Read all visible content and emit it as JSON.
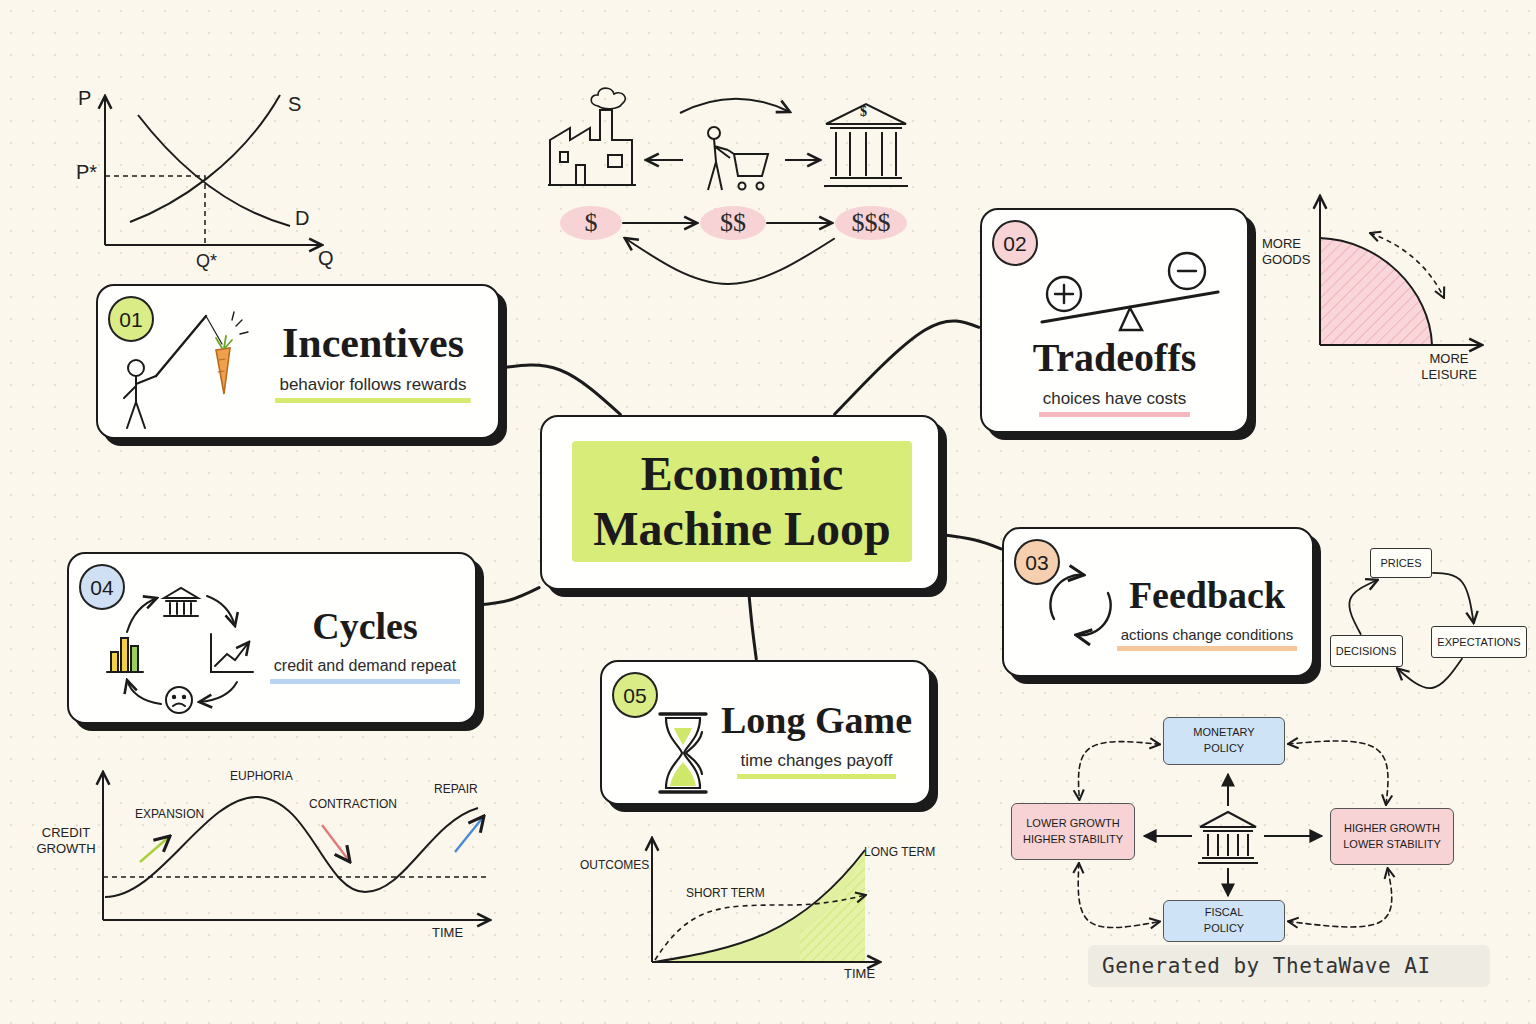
{
  "diagram": {
    "nodes": [
      {
        "text": [
          "$"
        ]
      },
      {
        "text": [
          "$$"
        ]
      },
      {
        "text": [
          "$$$"
        ]
      },
      {
        "text": [
          "Tradeoffs",
          "choices have costs"
        ]
      },
      {
        "text": [
          "02"
        ],
        "in": 3
      },
      {
        "text": [
          "Incentives",
          "behavior follows rewards"
        ]
      },
      {
        "text": [
          "01"
        ],
        "in": 5
      },
      {
        "text": [
          "Economic Machine Loop"
        ]
      },
      {
        "text": [
          "Feedback",
          "actions change conditions"
        ]
      },
      {
        "text": [
          "03"
        ],
        "in": 8
      },
      {
        "text": [
          "PRICES"
        ]
      },
      {
        "text": [
          "Cycles",
          "credit and demand repeat"
        ]
      },
      {
        "text": [
          "04"
        ],
        "in": 11
      },
      {
        "text": [
          "DECISIONS"
        ]
      },
      {
        "text": [
          "EXPECTATIONS"
        ]
      },
      {
        "text": [
          "Long Game",
          "time changes payoff"
        ]
      },
      {
        "text": [
          "05"
        ],
        "in": 15
      },
      {
        "text": [
          "MONETARY POLICY"
        ]
      },
      {
        "text": [
          "LOWER GROWTH HIGHER STABILITY"
        ]
      },
      {
        "text": [
          "HIGHER GROWTH LOWER STABILITY"
        ]
      },
      {
        "text": [
          "FISCAL POLICY"
        ]
      }
    ],
    "edges": [
      {
        "from": 0,
        "to": 1,
        "arrow": "to"
      },
      {
        "from": 1,
        "to": 2,
        "arrow": "to"
      },
      {
        "from": 2,
        "to": 0,
        "arrow": "to"
      },
      {
        "from": 7,
        "to": 5,
        "arrow": "none"
      },
      {
        "from": 7,
        "to": 3,
        "arrow": "none"
      },
      {
        "from": 7,
        "to": 8,
        "arrow": "none"
      },
      {
        "from": 7,
        "to": 11,
        "arrow": "none"
      },
      {
        "from": 7,
        "to": 15,
        "arrow": "none"
      },
      {
        "from": 10,
        "to": 14,
        "arrow": "to"
      },
      {
        "from": 14,
        "to": 13,
        "arrow": "to"
      },
      {
        "from": 13,
        "to": 10,
        "arrow": "to"
      },
      {
        "from": 17,
        "to": 18,
        "arrow": "both"
      },
      {
        "from": 17,
        "to": 19,
        "arrow": "both"
      },
      {
        "from": 18,
        "to": 20,
        "arrow": "both"
      },
      {
        "from": 20,
        "to": 19,
        "arrow": "both"
      }
    ],
    "labels": [
      "P",
      "S",
      "P*",
      "D",
      "Q*",
      "Q",
      "MORE GOODS",
      "MORE LEISURE",
      "CREDIT GROWTH",
      "EXPANSION",
      "EUPHORIA",
      "CONTRACTION",
      "REPAIR",
      "TIME",
      "OUTCOMES",
      "SHORT TERM",
      "LONG TERM",
      "TIME",
      "Generated by ThetaWave AI",
      "$"
    ]
  }
}
